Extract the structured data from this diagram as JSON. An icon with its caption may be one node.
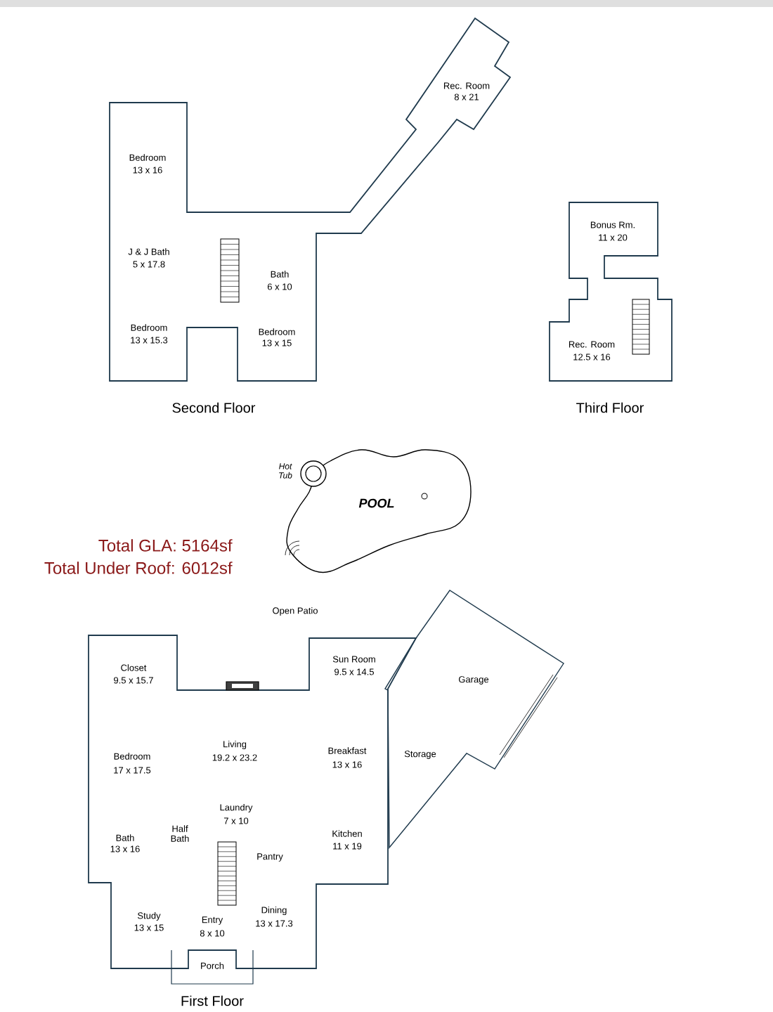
{
  "diagram": {
    "labels": [
      "Rec. Room",
      "8 x 21",
      "Bedroom",
      "13 x 16",
      "Bonus Rm.",
      "11 x 20",
      "J & J Bath",
      "5 x 17.8",
      "Bath",
      "6 x 10",
      "Bedroom",
      "13 x 15.3",
      "Bedroom",
      "13 x 15",
      "Rec. Room",
      "12.5 x 16",
      "Second Floor",
      "Third Floor",
      "Hot Tub",
      "POOL",
      "Total GLA: 5164sf",
      "Total Under Roof: 6012sf",
      "Open Patio",
      "Closet",
      "9.5 x 15.7",
      "Sun Room",
      "9.5 x 14.5",
      "Garage",
      "Living",
      "19.2 x 23.2",
      "Bedroom",
      "17 x 17.5",
      "Breakfast",
      "13 x 16",
      "Storage",
      "Laundry",
      "7 x 10",
      "Half Bath",
      "Bath",
      "13 x 16",
      "Kitchen",
      "11 x 19",
      "Pantry",
      "Study",
      "13 x 15",
      "Dining",
      "13 x 17.3",
      "Entry",
      "8 x 10",
      "Porch",
      "First Floor"
    ]
  }
}
